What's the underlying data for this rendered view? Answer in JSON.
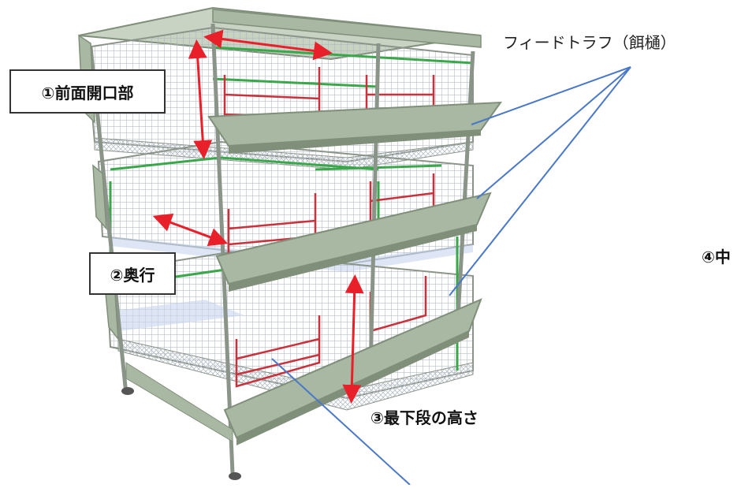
{
  "labels": {
    "feed_trough": "フィードトラフ（餌樋）",
    "front_opening": "①前面開口部",
    "depth": "②奥行",
    "bottom_height": "③最下段の高さ",
    "center_partial": "④中"
  },
  "colors": {
    "frame": "#8a9488",
    "trough": "#a9b8a2",
    "trough_dark": "#7f8f7a",
    "mesh": "#b8bfc8",
    "green_rail": "#3aa84a",
    "red_rail": "#c8323c",
    "blue_floor": "#6f8fd0",
    "arrow": "#e8202a",
    "leader": "#4a78c8"
  }
}
